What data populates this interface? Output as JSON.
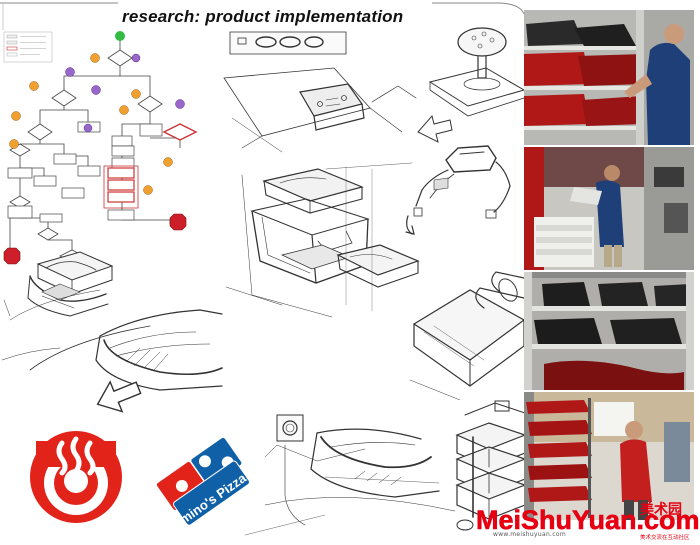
{
  "title": "research: product implementation",
  "flowchart": {
    "legend": [
      "",
      "",
      "",
      ""
    ]
  },
  "logos": {
    "steam_logo": "steam-logo",
    "dominos_logo_text": "Domino's Pizza"
  },
  "watermark": {
    "main": "MeiShuYuan.com",
    "cn": "美术园",
    "sub": "www.meishuyuan.com",
    "cn_sub": "美术交流在互动社区"
  },
  "colors": {
    "accent_red": "#e2231a",
    "dominos_blue": "#1060a8",
    "flow_orange": "#f0a030",
    "flow_purple": "#9966cc",
    "flow_green": "#33bb44",
    "shelf_red": "#b01818"
  }
}
